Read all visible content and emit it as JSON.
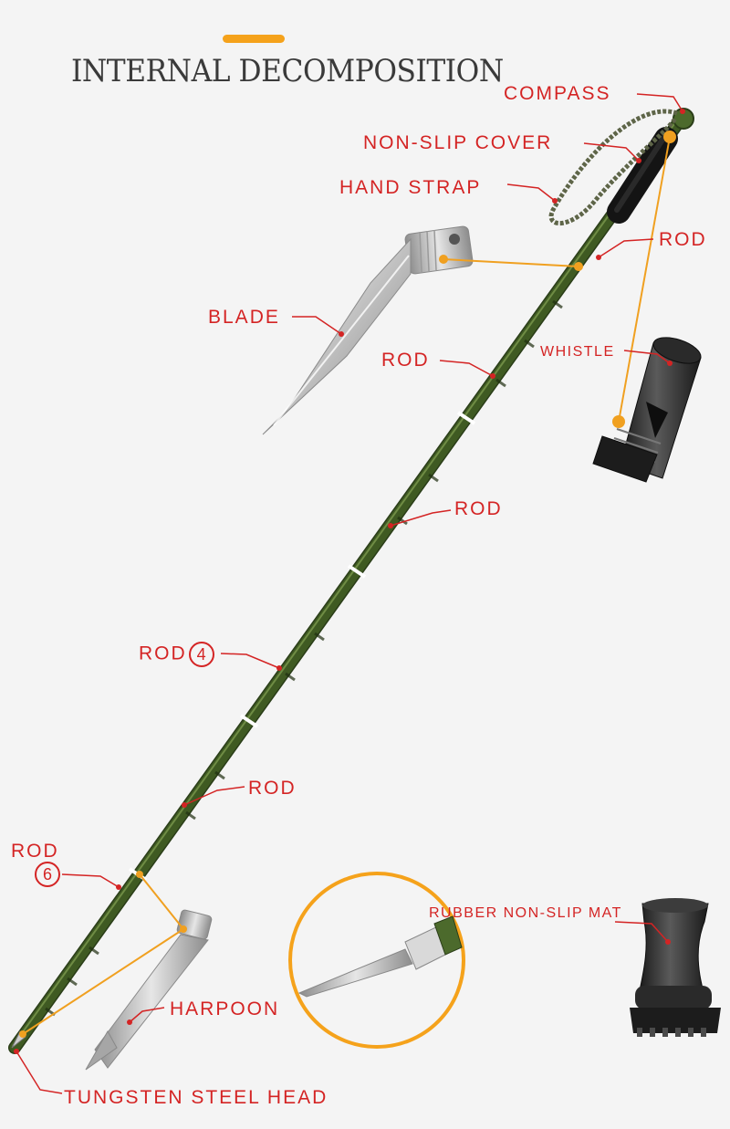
{
  "header": {
    "title": "INTERNAL DECOMPOSITION"
  },
  "labels": {
    "compass": "COMPASS",
    "non_slip_cover": "NON-SLIP COVER",
    "hand_strap": "HAND STRAP",
    "rod_top": "ROD",
    "blade": "BLADE",
    "rod_2": "ROD",
    "whistle": "WHISTLE",
    "rod_3": "ROD",
    "rod_4": "ROD",
    "rod_4_num": "4",
    "rod_5": "ROD",
    "rod_6": "ROD",
    "rod_6_num": "6",
    "rubber_mat": "RUBBER NON-SLIP MAT",
    "harpoon": "HARPOON",
    "tungsten_head": "TUNGSTEN STEEL HEAD"
  },
  "colors": {
    "label": "#d42424",
    "accent": "#f5a21b",
    "rod": "#4c6a2c",
    "leader": "#f0a020"
  }
}
